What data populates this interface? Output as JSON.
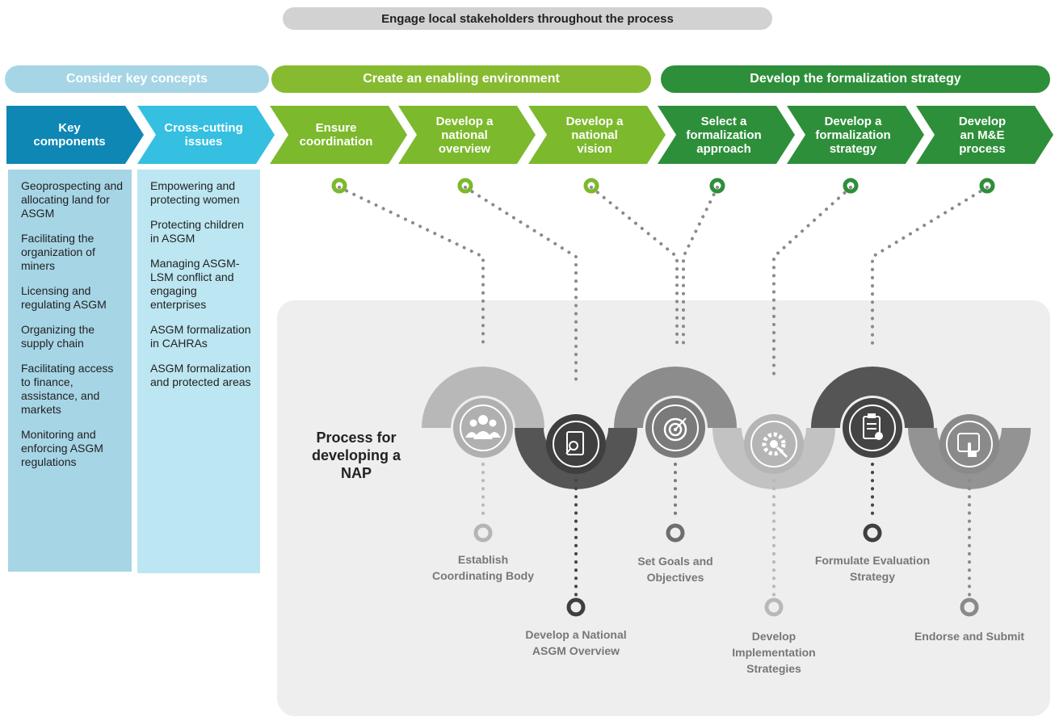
{
  "banner": "Engage local stakeholders throughout the process",
  "phases": {
    "concepts": "Consider key concepts",
    "enabling": "Create an enabling environment",
    "strategy": "Develop the formalization strategy"
  },
  "chevrons": [
    "Key\ncomponents",
    "Cross-cutting\nissues",
    "Ensure\ncoordination",
    "Develop a\nnational\noverview",
    "Develop a\nnational\nvision",
    "Select a\nformalization\napproach",
    "Develop a\nformalization\nstrategy",
    "Develop\nan M&E\nprocess"
  ],
  "key_components": [
    "Geoprospecting and allocating land for ASGM",
    "Facilitating the organization of miners",
    "Licensing and regulating ASGM",
    "Organizing the supply chain",
    "Facilitating access to finance, assistance, and markets",
    "Monitoring and enforcing ASGM regulations"
  ],
  "cross_cutting": [
    "Empowering and protecting women",
    "Protecting children in ASGM",
    "Managing ASGM-LSM conflict and engaging enterprises",
    "ASGM formalization in CAHRAs",
    "ASGM formalization and protected areas"
  ],
  "process_title": "Process for developing a NAP",
  "steps": [
    "Establish Coordinating Body",
    "Develop a National ASGM Overview",
    "Set Goals and Objectives",
    "Develop Implementation Strategies",
    "Formulate Evaluation Strategy",
    "Endorse and Submit"
  ],
  "step_icons": [
    "people-icon",
    "document-search-icon",
    "target-icon",
    "gear-wrench-icon",
    "clipboard-check-icon",
    "touch-screen-icon"
  ],
  "colors": {
    "light_blue": "#a6d5e6",
    "dark_blue": "#0e87b4",
    "cyan": "#35bfe0",
    "light_green": "#7cb92c",
    "dark_green": "#2e8f3a",
    "gray_banner": "#d2d2d2"
  }
}
